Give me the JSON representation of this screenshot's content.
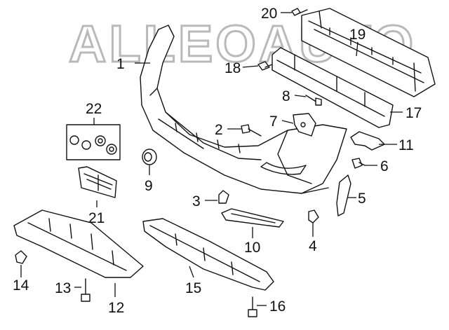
{
  "watermark": "ALLEOAUTO",
  "callouts": {
    "c1": "1",
    "c2": "2",
    "c3": "3",
    "c4": "4",
    "c5": "5",
    "c6": "6",
    "c7": "7",
    "c8": "8",
    "c9": "9",
    "c10": "10",
    "c11": "11",
    "c12": "12",
    "c13": "13",
    "c14": "14",
    "c15": "15",
    "c16": "16",
    "c17": "17",
    "c18": "18",
    "c19": "19",
    "c20": "20",
    "c21": "21",
    "c22": "22"
  },
  "colors": {
    "line": "#111111",
    "watermark": "#b9b9b9",
    "background": "#ffffff"
  }
}
